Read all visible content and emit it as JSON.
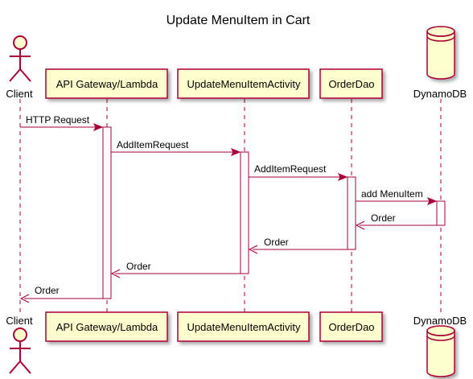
{
  "diagram": {
    "title": "Update MenuItem in Cart",
    "participants": [
      {
        "id": "client",
        "kind": "actor",
        "label": "Client"
      },
      {
        "id": "api",
        "kind": "box",
        "label": "API Gateway/Lambda"
      },
      {
        "id": "activity",
        "kind": "box",
        "label": "UpdateMenuItemActivity"
      },
      {
        "id": "dao",
        "kind": "box",
        "label": "OrderDao"
      },
      {
        "id": "db",
        "kind": "database",
        "label": "DynamoDB"
      }
    ],
    "messages": [
      {
        "from": "client",
        "to": "api",
        "label": "HTTP Request"
      },
      {
        "from": "api",
        "to": "activity",
        "label": "AddItemRequest"
      },
      {
        "from": "activity",
        "to": "dao",
        "label": "AddItemRequest"
      },
      {
        "from": "dao",
        "to": "db",
        "label": "add MenuItem"
      },
      {
        "from": "db",
        "to": "dao",
        "label": "Order"
      },
      {
        "from": "dao",
        "to": "activity",
        "label": "Order"
      },
      {
        "from": "activity",
        "to": "api",
        "label": "Order"
      },
      {
        "from": "api",
        "to": "client",
        "label": "Order"
      }
    ],
    "colors": {
      "participant_fill": "#FEFECE",
      "participant_border": "#A80036",
      "arrow": "#A80036",
      "lifeline": "#A80036"
    }
  }
}
